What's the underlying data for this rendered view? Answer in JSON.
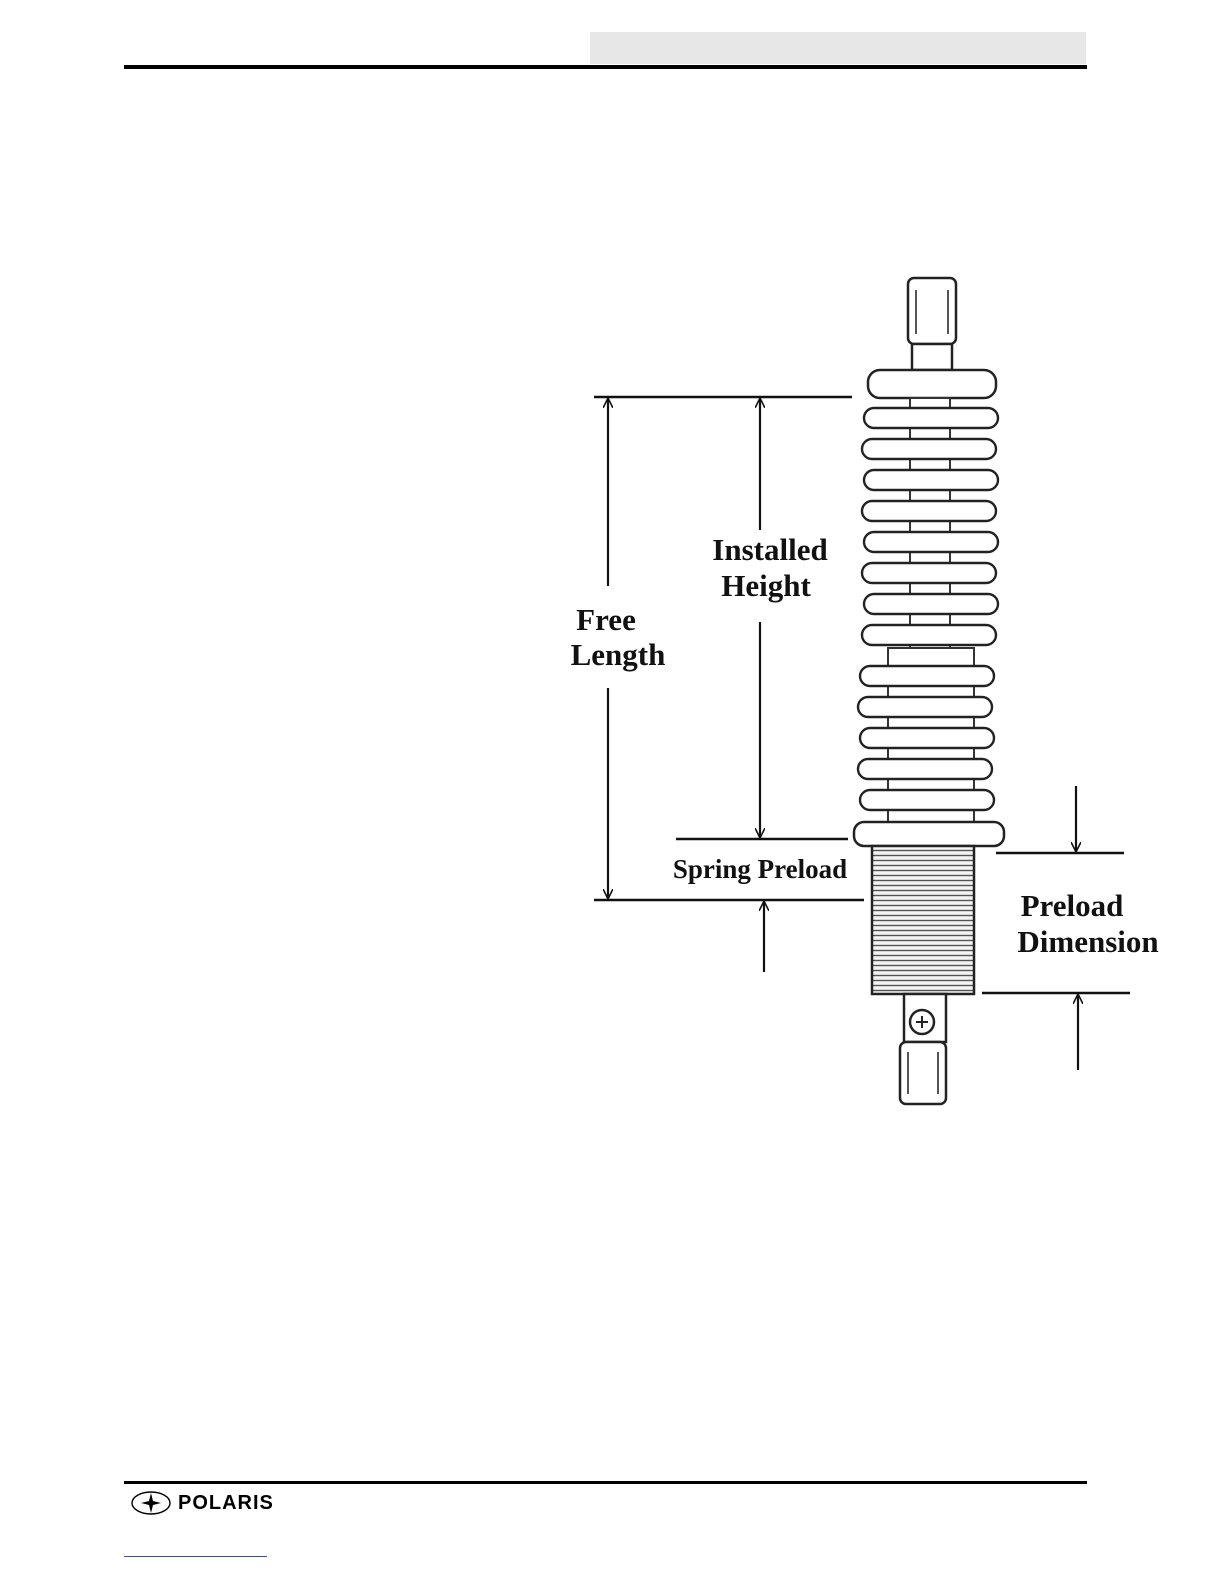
{
  "figure": {
    "labels": {
      "free_length_line1": "Free",
      "free_length_line2": "Length",
      "installed_height_line1": "Installed",
      "installed_height_line2": "Height",
      "spring_preload": "Spring Preload",
      "preload_dimension_line1": "Preload",
      "preload_dimension_line2": "Dimension"
    }
  },
  "footer": {
    "brand": "POLARIS"
  }
}
